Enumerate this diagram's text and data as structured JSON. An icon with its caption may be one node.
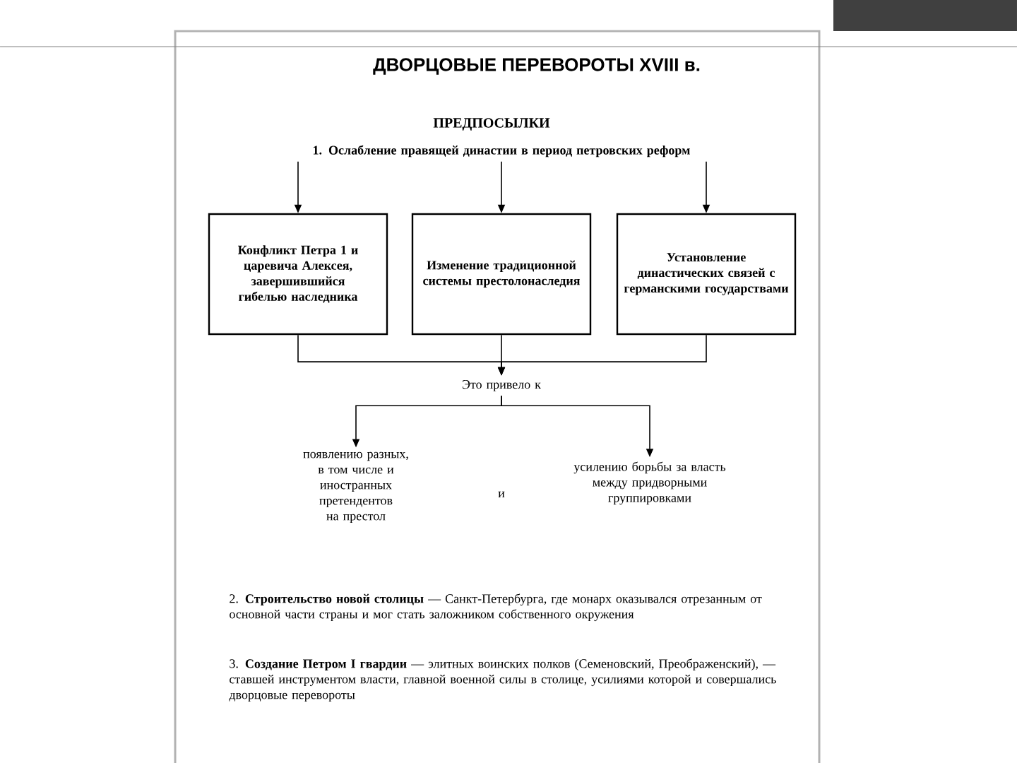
{
  "diagram": {
    "title": "ДВОРЦОВЫЕ ПЕРЕВОРОТЫ XVIII в.",
    "nodes": [
      {
        "text": [
          "1. Ослабление правящей династии в период петровских реформ"
        ]
      },
      {
        "text": [
          "Конфликт Петра 1 и царевича Алексея, завершившийся гибелью наследника"
        ]
      },
      {
        "text": [
          "Изменение традиционной системы престолонаследия"
        ]
      },
      {
        "text": [
          "Установление династических связей с германскими государствами"
        ]
      },
      {
        "text": [
          "Это привело к"
        ]
      },
      {
        "text": [
          "появлению разных, в том числе и иностранных претендентов на престол"
        ]
      },
      {
        "text": [
          "усилению борьбы за власть между придворными группировками"
        ]
      }
    ],
    "edges": [
      {
        "from": 0,
        "to": 1,
        "arrow": "to"
      },
      {
        "from": 0,
        "to": 2,
        "arrow": "to"
      },
      {
        "from": 0,
        "to": 3,
        "arrow": "to"
      },
      {
        "from": 1,
        "to": 4,
        "arrow": "to"
      },
      {
        "from": 2,
        "to": 4,
        "arrow": "to"
      },
      {
        "from": 3,
        "to": 4,
        "arrow": "to"
      },
      {
        "from": 4,
        "to": 5,
        "arrow": "to"
      },
      {
        "from": 4,
        "to": 6,
        "arrow": "to"
      }
    ],
    "labels": [
      "ПРЕДПОСЫЛКИ",
      "и",
      "2. **Строительство новой столицы** — Санкт-Петербурга, где монарх оказывался отрезанным от основной части страны и мог стать заложником собственного окружения",
      "3. **Создание Петром I гвардии** — элитных воинских полков (Семеновский, Преображенский), — ставшей инструментом власти, главной военной силы в столице, усилиями которой и совершались дворцовые перевороты"
    ]
  }
}
